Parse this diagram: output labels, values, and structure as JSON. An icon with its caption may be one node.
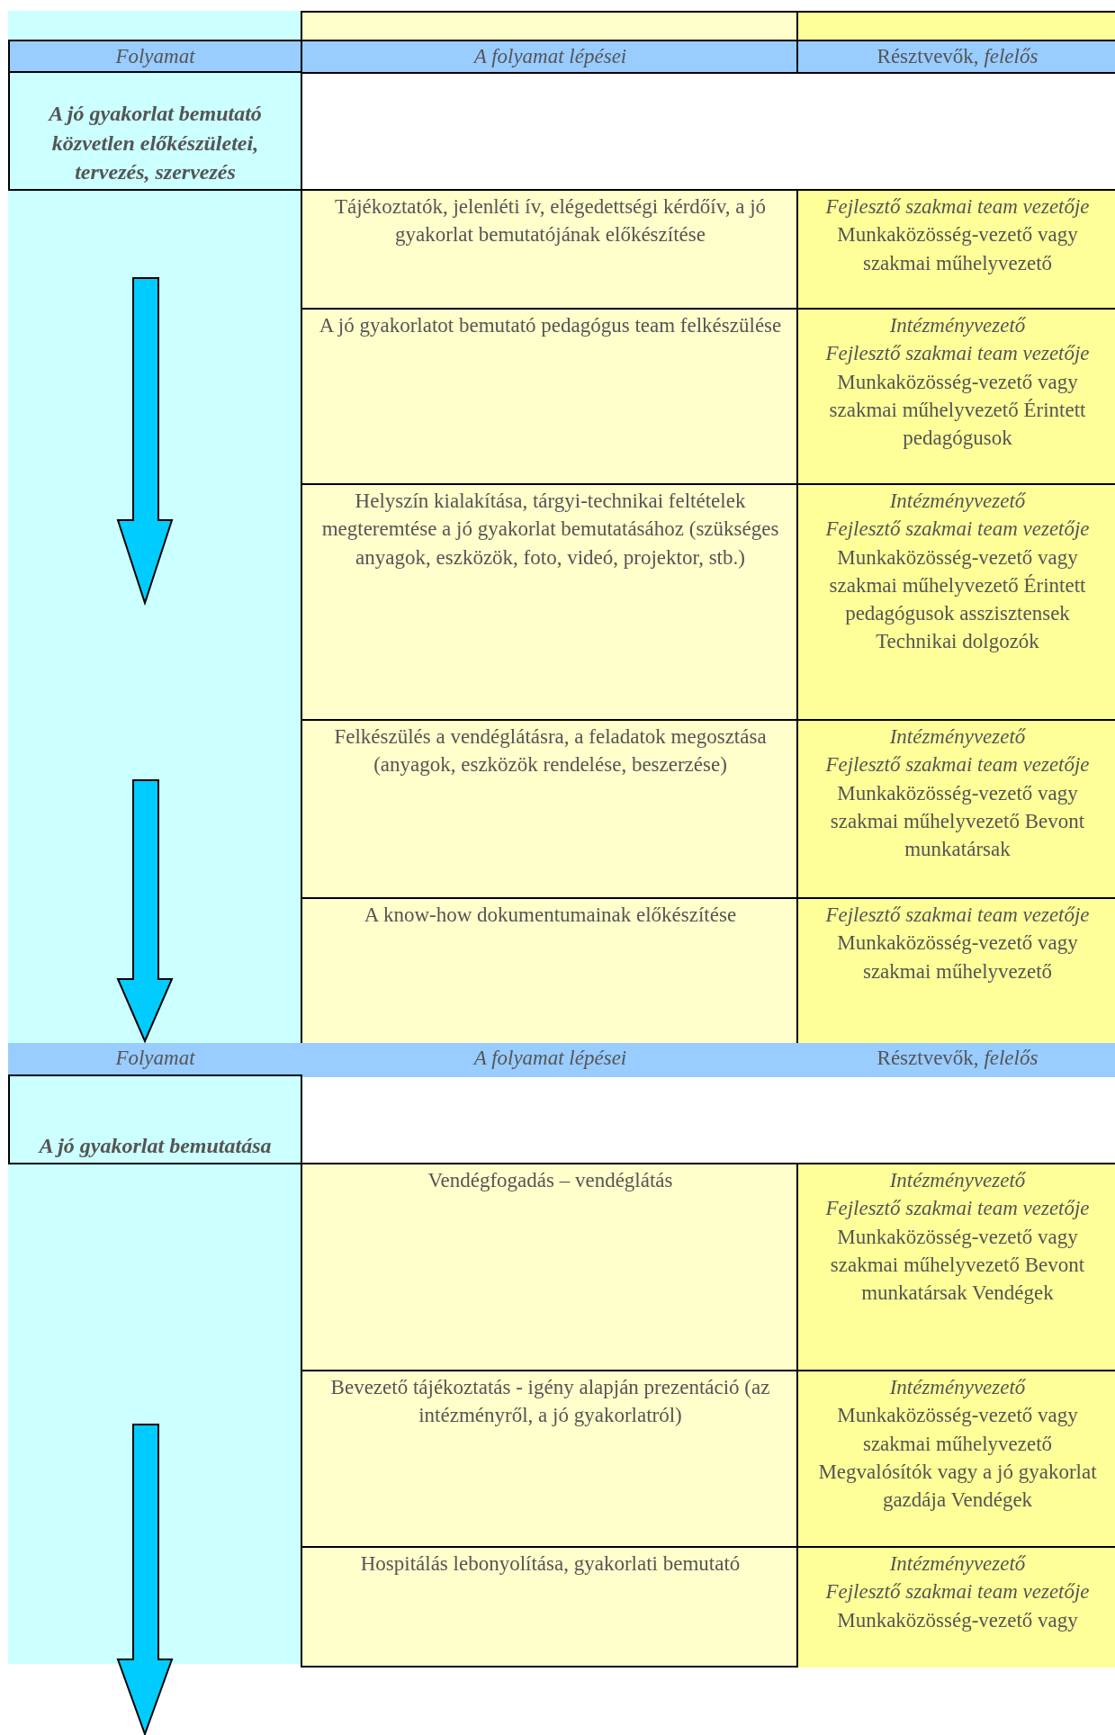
{
  "diagram": {
    "labels": [
      "Folyamat",
      "A folyamat lépései",
      "Résztvevők, *felelős*",
      "A jó gyakorlat bemutató közvetlen előkészületei, tervezés, szervezés",
      "Tájékoztatók, jelenléti ív, elégedettségi kérdőív, a jó gyakorlat bemutatójának előkészítése",
      "*Fejlesztő szakmai team vezetője* Munkaközösség-vezető vagy szakmai műhelyvezető",
      "A jó gyakorlatot bemutató pedagógus team felkészülése",
      "*Intézményvezető* *Fejlesztő szakmai team vezetője* Munkaközösség-vezető vagy szakmai műhelyvezető Érintett pedagógusok",
      "Helyszín kialakítása, tárgyi-technikai feltételek megteremtése a jó gyakorlat bemutatásához (szükséges anyagok, eszközök, foto, videó, projektor, stb.)",
      "*Intézményvezető* *Fejlesztő szakmai team vezetője* Munkaközösség-vezető vagy szakmai műhelyvezető Érintett pedagógusok asszisztensek Technikai dolgozók",
      "Felkészülés a vendéglátásra, a feladatok megosztása (anyagok, eszközök rendelése, beszerzése)",
      "*Intézményvezető* *Fejlesztő szakmai team vezetője* Munkaközösség-vezető vagy szakmai műhelyvezető Bevont munkatársak",
      "A know-how dokumentumainak előkészítése",
      "*Fejlesztő szakmai team vezetője* Munkaközösség-vezető vagy szakmai műhelyvezető",
      "Folyamat",
      "A folyamat lépései",
      "Résztvevők, *felelős*",
      "A jó gyakorlat bemutatása",
      "Vendégfogadás – vendéglátás",
      "*Intézményvezető* *Fejlesztő szakmai team vezetője* Munkaközösség-vezető vagy szakmai műhelyvezető Bevont munkatársak Vendégek",
      "Bevezető tájékoztatás - igény alapján prezentáció (az intézményről, a jó gyakorlatról)",
      "*Intézményvezető* Munkaközösség-vezető vagy szakmai műhelyvezető Megvalósítók vagy a jó gyakorlat gazdája Vendégek",
      "Hospitálás lebonyolítása, gyakorlati bemutató",
      "*Intézményvezető* *Fejlesztő szakmai team vezetője* Munkaközösség-vezető vagy"
    ]
  }
}
